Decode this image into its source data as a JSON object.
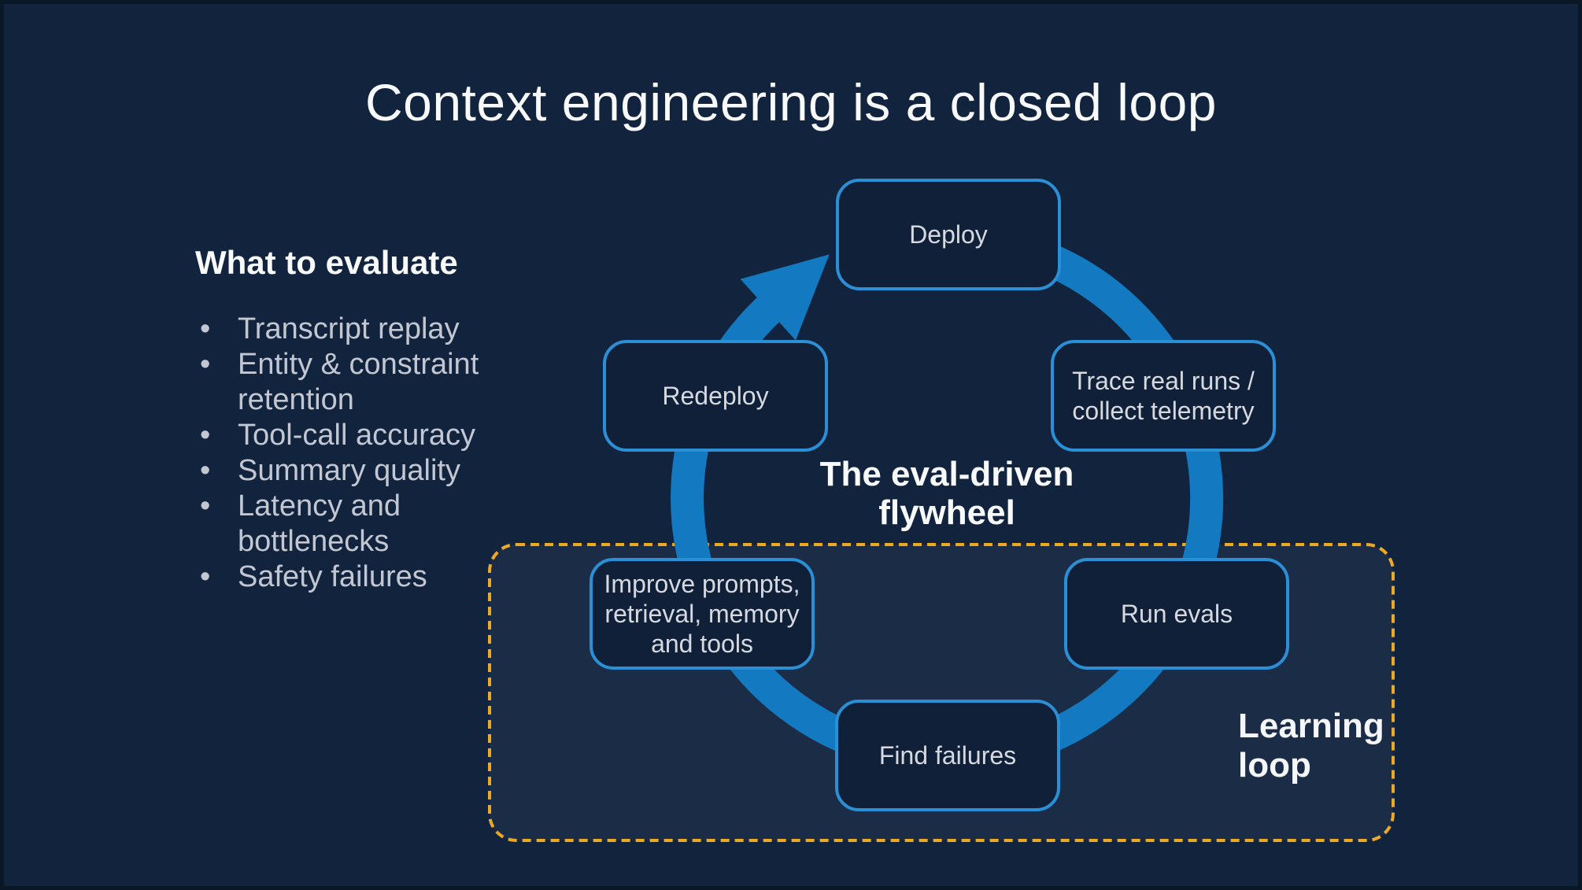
{
  "title": "Context engineering is a closed loop",
  "theme": {
    "background": "#12233E",
    "frame": "#0A1726",
    "ring_blue": "#137AC1",
    "node_border_blue": "#2A8FD4",
    "node_fill": "#102039",
    "bullet_text": "#C2C7D1",
    "heading_text": "#F8F9FB"
  },
  "left_panel": {
    "heading": "What to evaluate",
    "items": [
      "Transcript replay",
      "Entity & constraint\nretention",
      "Tool-call accuracy",
      "Summary quality",
      "Latency and\nbottlenecks",
      "Safety failures"
    ]
  },
  "flywheel": {
    "center_label": "The eval-driven\nflywheel",
    "ring_color": "#137AC1",
    "nodes": [
      {
        "id": "deploy",
        "label": "Deploy"
      },
      {
        "id": "trace-real-runs",
        "label": "Trace real runs /\ncollect telemetry"
      },
      {
        "id": "run-evals",
        "label": "Run evals"
      },
      {
        "id": "find-failures",
        "label": "Find failures"
      },
      {
        "id": "improve",
        "label": "Improve prompts,\nretrieval, memory\nand tools"
      },
      {
        "id": "redeploy",
        "label": "Redeploy"
      }
    ]
  },
  "learning_loop": {
    "label": "Learning\nloop",
    "border_color": "#ECA923",
    "fill": "#1B2C47"
  }
}
